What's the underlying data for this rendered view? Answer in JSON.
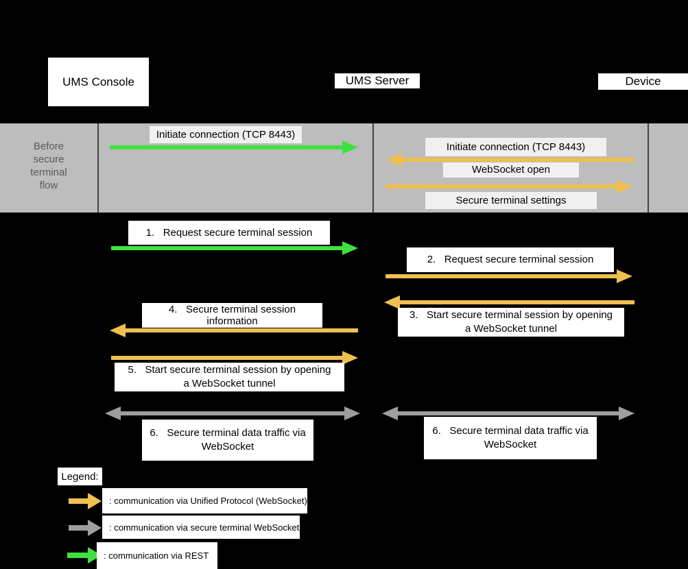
{
  "colors": {
    "background": "#000000",
    "band_bg": "#bdbdbd",
    "band_label_bg": "#f0f0f0",
    "band_text": "#5a5a5a",
    "lifeline": "#424242",
    "label_bg": "#ffffff",
    "rest_green": "#41e041",
    "unified_protocol_orange": "#eec04f",
    "secure_terminal_gray": "#9e9e9e"
  },
  "actors": {
    "console": "UMS Console",
    "server": "UMS Server",
    "device": "Device"
  },
  "before_flow": {
    "label_lines": [
      "Before",
      "secure",
      "terminal",
      "flow"
    ],
    "messages": {
      "console_to_server": "Initiate connection (TCP 8443)",
      "device_to_server": "Initiate connection (TCP 8443)",
      "websocket_open": "WebSocket open",
      "secure_terminal_settings": "Secure terminal settings"
    }
  },
  "steps": {
    "s1": {
      "line1": "1.   Request secure terminal session"
    },
    "s2": {
      "line1": "2.   Request secure terminal session"
    },
    "s3": {
      "line1": "3.   Start secure terminal session by opening",
      "line2": "a WebSocket tunnel"
    },
    "s4": {
      "line1": "4.   Secure terminal session",
      "line2": "information"
    },
    "s5": {
      "line1": "5.   Start secure terminal session by opening",
      "line2": "a WebSocket tunnel"
    },
    "s6_left": {
      "line1": "6.   Secure terminal data traffic via",
      "line2": "WebSocket"
    },
    "s6_right": {
      "line1": "6.   Secure terminal data traffic via",
      "line2": "WebSocket"
    }
  },
  "legend": {
    "title": "Legend:",
    "items": [
      {
        "arrow": "unified-protocol-arrow",
        "label": ": communication via Unified Protocol (WebSocket)"
      },
      {
        "arrow": "secure-terminal-arrow",
        "label": ": communication via secure terminal WebSocket"
      },
      {
        "arrow": "rest-arrow",
        "label": ": communication via REST"
      }
    ]
  }
}
